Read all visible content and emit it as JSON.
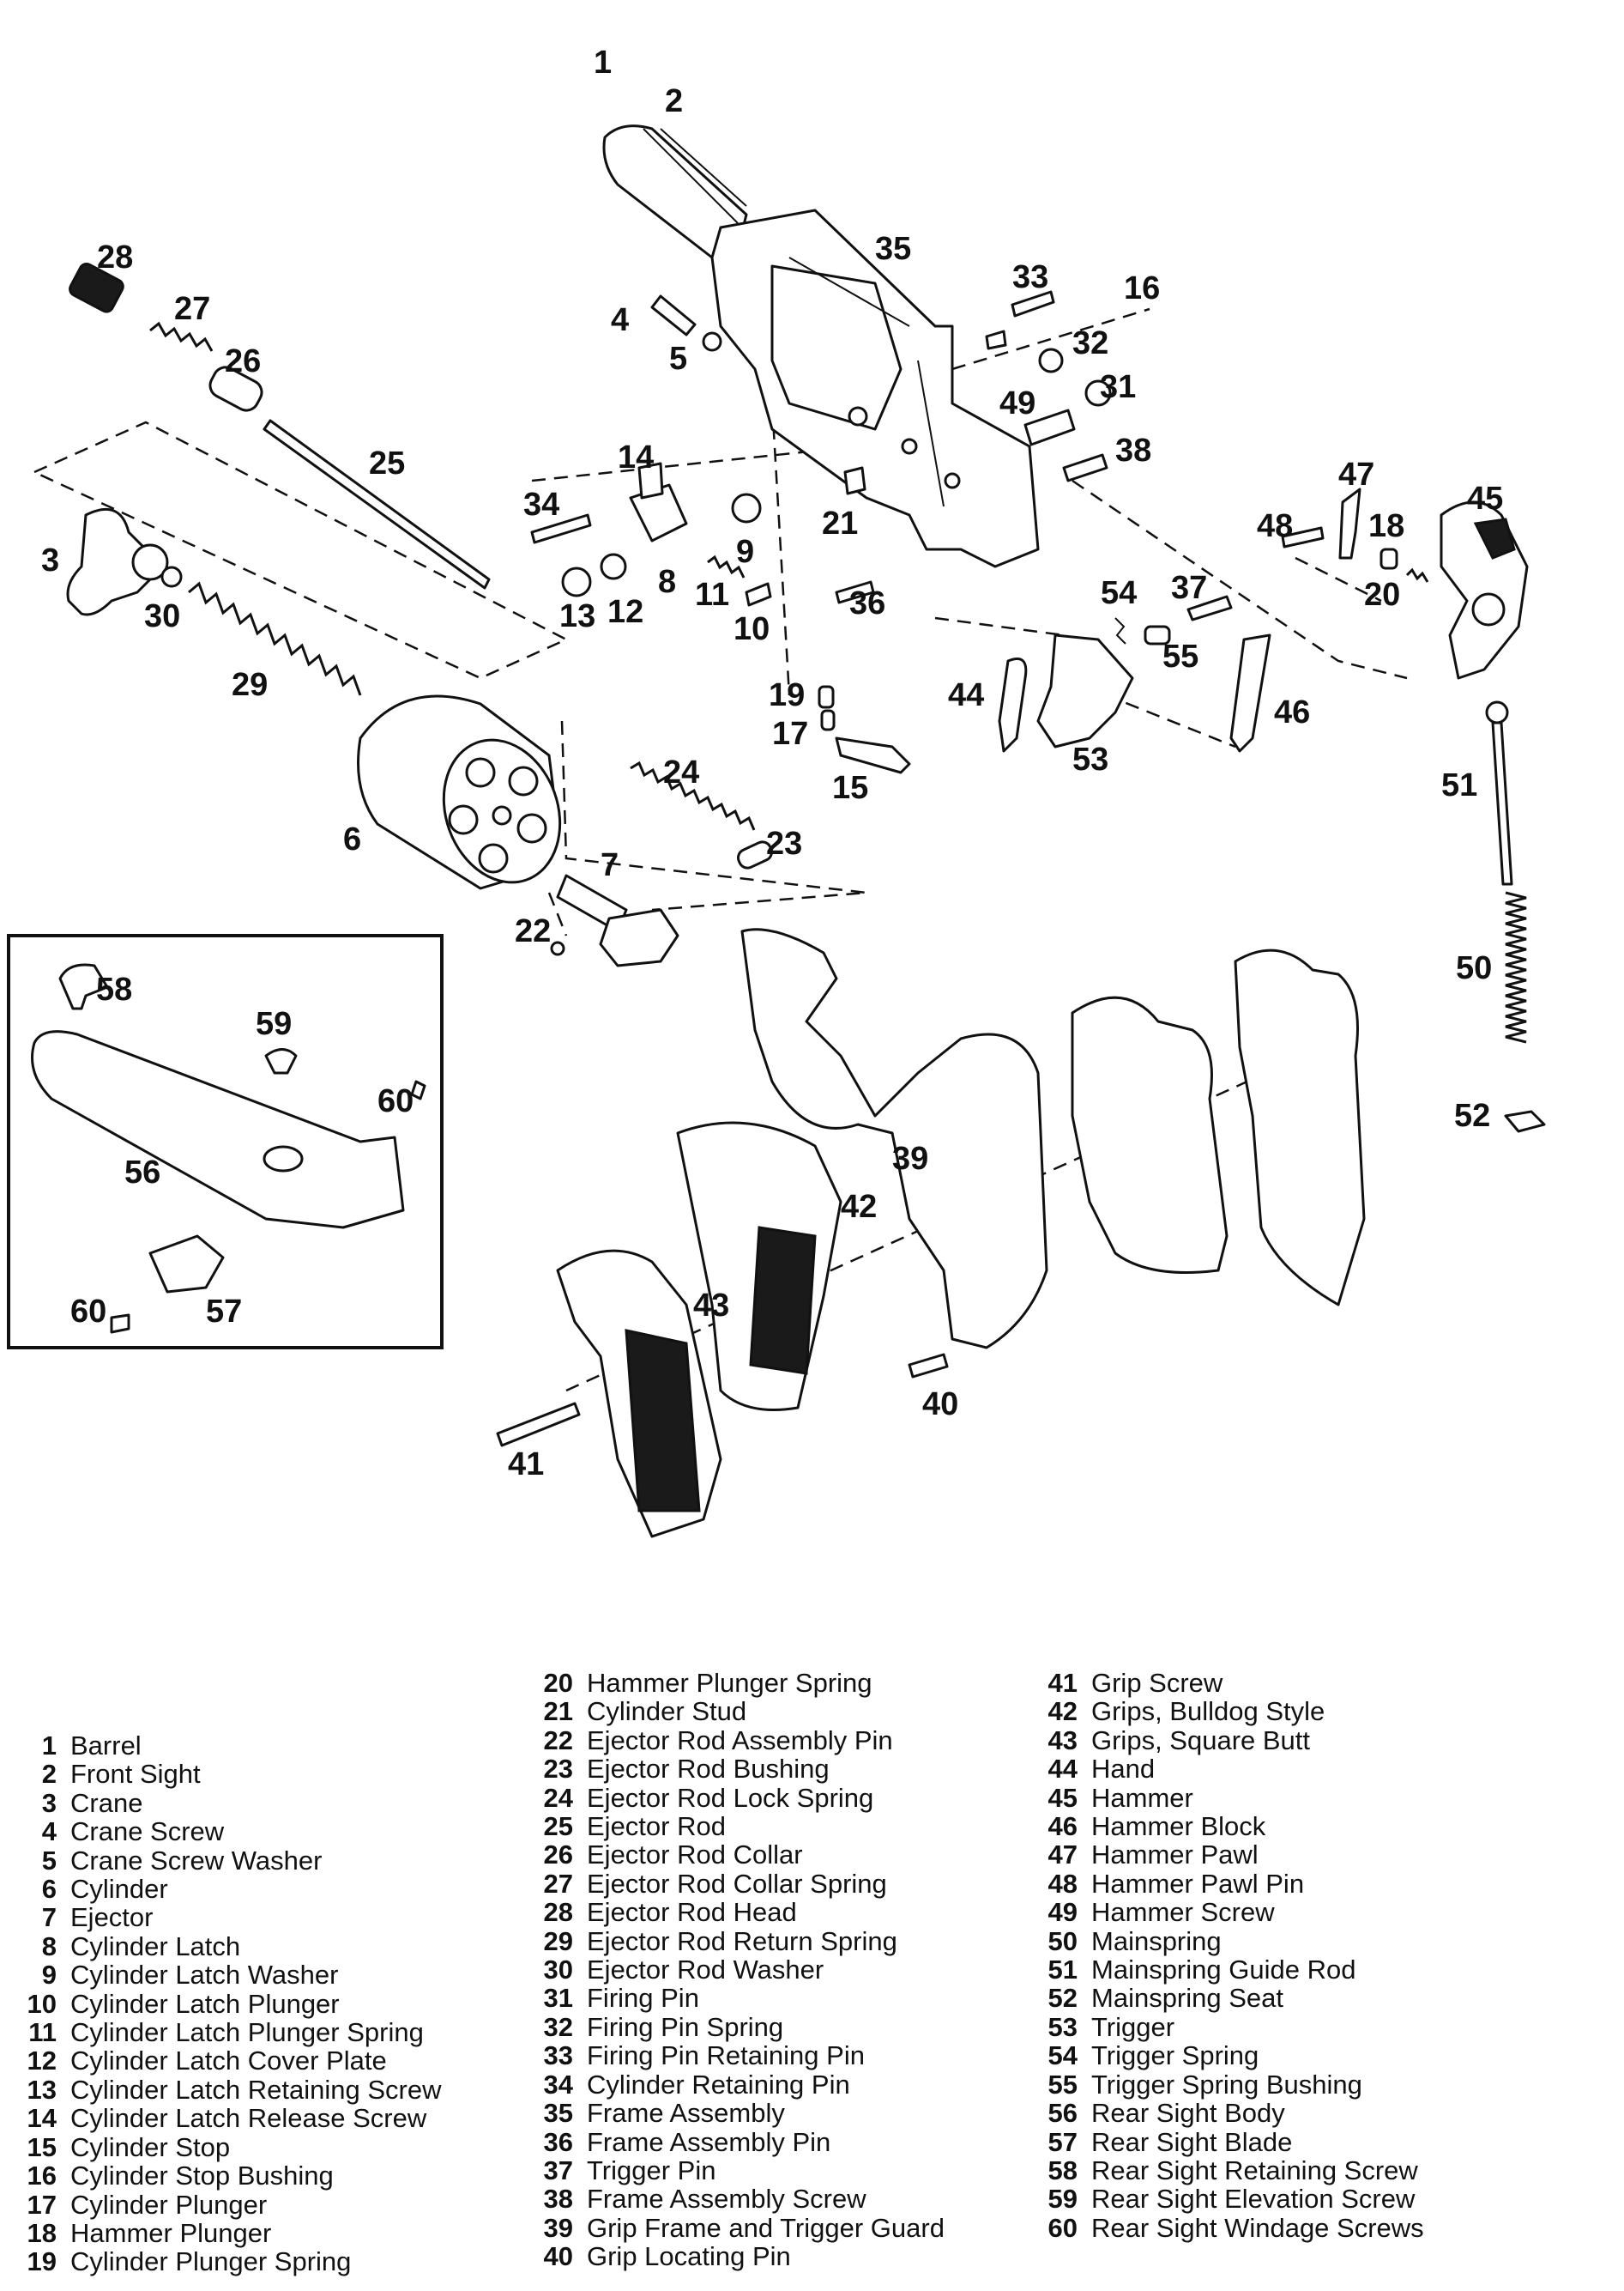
{
  "diagram": {
    "callouts": [
      "1",
      "2",
      "3",
      "4",
      "5",
      "6",
      "7",
      "8",
      "9",
      "10",
      "11",
      "12",
      "13",
      "14",
      "15",
      "16",
      "17",
      "18",
      "19",
      "20",
      "21",
      "22",
      "23",
      "24",
      "25",
      "26",
      "27",
      "28",
      "29",
      "30",
      "31",
      "32",
      "33",
      "34",
      "35",
      "36",
      "37",
      "38",
      "39",
      "40",
      "41",
      "42",
      "43",
      "44",
      "45",
      "46",
      "47",
      "48",
      "49",
      "50",
      "51",
      "52",
      "53",
      "54",
      "55",
      "56",
      "57",
      "58",
      "59",
      "60",
      "60"
    ]
  },
  "legend": {
    "col1": [
      {
        "n": "1",
        "name": "Barrel"
      },
      {
        "n": "2",
        "name": "Front Sight"
      },
      {
        "n": "3",
        "name": "Crane"
      },
      {
        "n": "4",
        "name": "Crane Screw"
      },
      {
        "n": "5",
        "name": "Crane Screw Washer"
      },
      {
        "n": "6",
        "name": "Cylinder"
      },
      {
        "n": "7",
        "name": "Ejector"
      },
      {
        "n": "8",
        "name": "Cylinder Latch"
      },
      {
        "n": "9",
        "name": "Cylinder Latch Washer"
      },
      {
        "n": "10",
        "name": "Cylinder Latch Plunger"
      },
      {
        "n": "11",
        "name": "Cylinder Latch Plunger Spring"
      },
      {
        "n": "12",
        "name": "Cylinder Latch Cover Plate"
      },
      {
        "n": "13",
        "name": "Cylinder Latch Retaining Screw"
      },
      {
        "n": "14",
        "name": "Cylinder Latch Release Screw"
      },
      {
        "n": "15",
        "name": "Cylinder Stop"
      },
      {
        "n": "16",
        "name": "Cylinder Stop Bushing"
      },
      {
        "n": "17",
        "name": "Cylinder Plunger"
      },
      {
        "n": "18",
        "name": "Hammer Plunger"
      },
      {
        "n": "19",
        "name": "Cylinder Plunger Spring"
      }
    ],
    "col2": [
      {
        "n": "20",
        "name": "Hammer Plunger Spring"
      },
      {
        "n": "21",
        "name": "Cylinder Stud"
      },
      {
        "n": "22",
        "name": "Ejector Rod Assembly Pin"
      },
      {
        "n": "23",
        "name": "Ejector Rod Bushing"
      },
      {
        "n": "24",
        "name": "Ejector Rod Lock Spring"
      },
      {
        "n": "25",
        "name": "Ejector Rod"
      },
      {
        "n": "26",
        "name": "Ejector Rod Collar"
      },
      {
        "n": "27",
        "name": "Ejector Rod Collar Spring"
      },
      {
        "n": "28",
        "name": "Ejector Rod Head"
      },
      {
        "n": "29",
        "name": "Ejector Rod Return Spring"
      },
      {
        "n": "30",
        "name": "Ejector Rod Washer"
      },
      {
        "n": "31",
        "name": "Firing Pin"
      },
      {
        "n": "32",
        "name": "Firing Pin Spring"
      },
      {
        "n": "33",
        "name": "Firing Pin Retaining Pin"
      },
      {
        "n": "34",
        "name": "Cylinder Retaining Pin"
      },
      {
        "n": "35",
        "name": "Frame Assembly"
      },
      {
        "n": "36",
        "name": "Frame Assembly Pin"
      },
      {
        "n": "37",
        "name": "Trigger Pin"
      },
      {
        "n": "38",
        "name": "Frame Assembly Screw"
      },
      {
        "n": "39",
        "name": "Grip Frame and Trigger Guard"
      },
      {
        "n": "40",
        "name": "Grip Locating Pin"
      }
    ],
    "col3": [
      {
        "n": "41",
        "name": "Grip Screw"
      },
      {
        "n": "42",
        "name": "Grips, Bulldog Style"
      },
      {
        "n": "43",
        "name": "Grips, Square Butt"
      },
      {
        "n": "44",
        "name": "Hand"
      },
      {
        "n": "45",
        "name": "Hammer"
      },
      {
        "n": "46",
        "name": "Hammer Block"
      },
      {
        "n": "47",
        "name": "Hammer Pawl"
      },
      {
        "n": "48",
        "name": "Hammer Pawl Pin"
      },
      {
        "n": "49",
        "name": "Hammer Screw"
      },
      {
        "n": "50",
        "name": "Mainspring"
      },
      {
        "n": "51",
        "name": "Mainspring Guide Rod"
      },
      {
        "n": "52",
        "name": "Mainspring Seat"
      },
      {
        "n": "53",
        "name": "Trigger"
      },
      {
        "n": "54",
        "name": "Trigger Spring"
      },
      {
        "n": "55",
        "name": "Trigger Spring Bushing"
      },
      {
        "n": "56",
        "name": "Rear Sight Body"
      },
      {
        "n": "57",
        "name": "Rear Sight Blade"
      },
      {
        "n": "58",
        "name": "Rear Sight Retaining Screw"
      },
      {
        "n": "59",
        "name": "Rear Sight Elevation Screw"
      },
      {
        "n": "60",
        "name": "Rear Sight Windage Screws"
      }
    ]
  }
}
